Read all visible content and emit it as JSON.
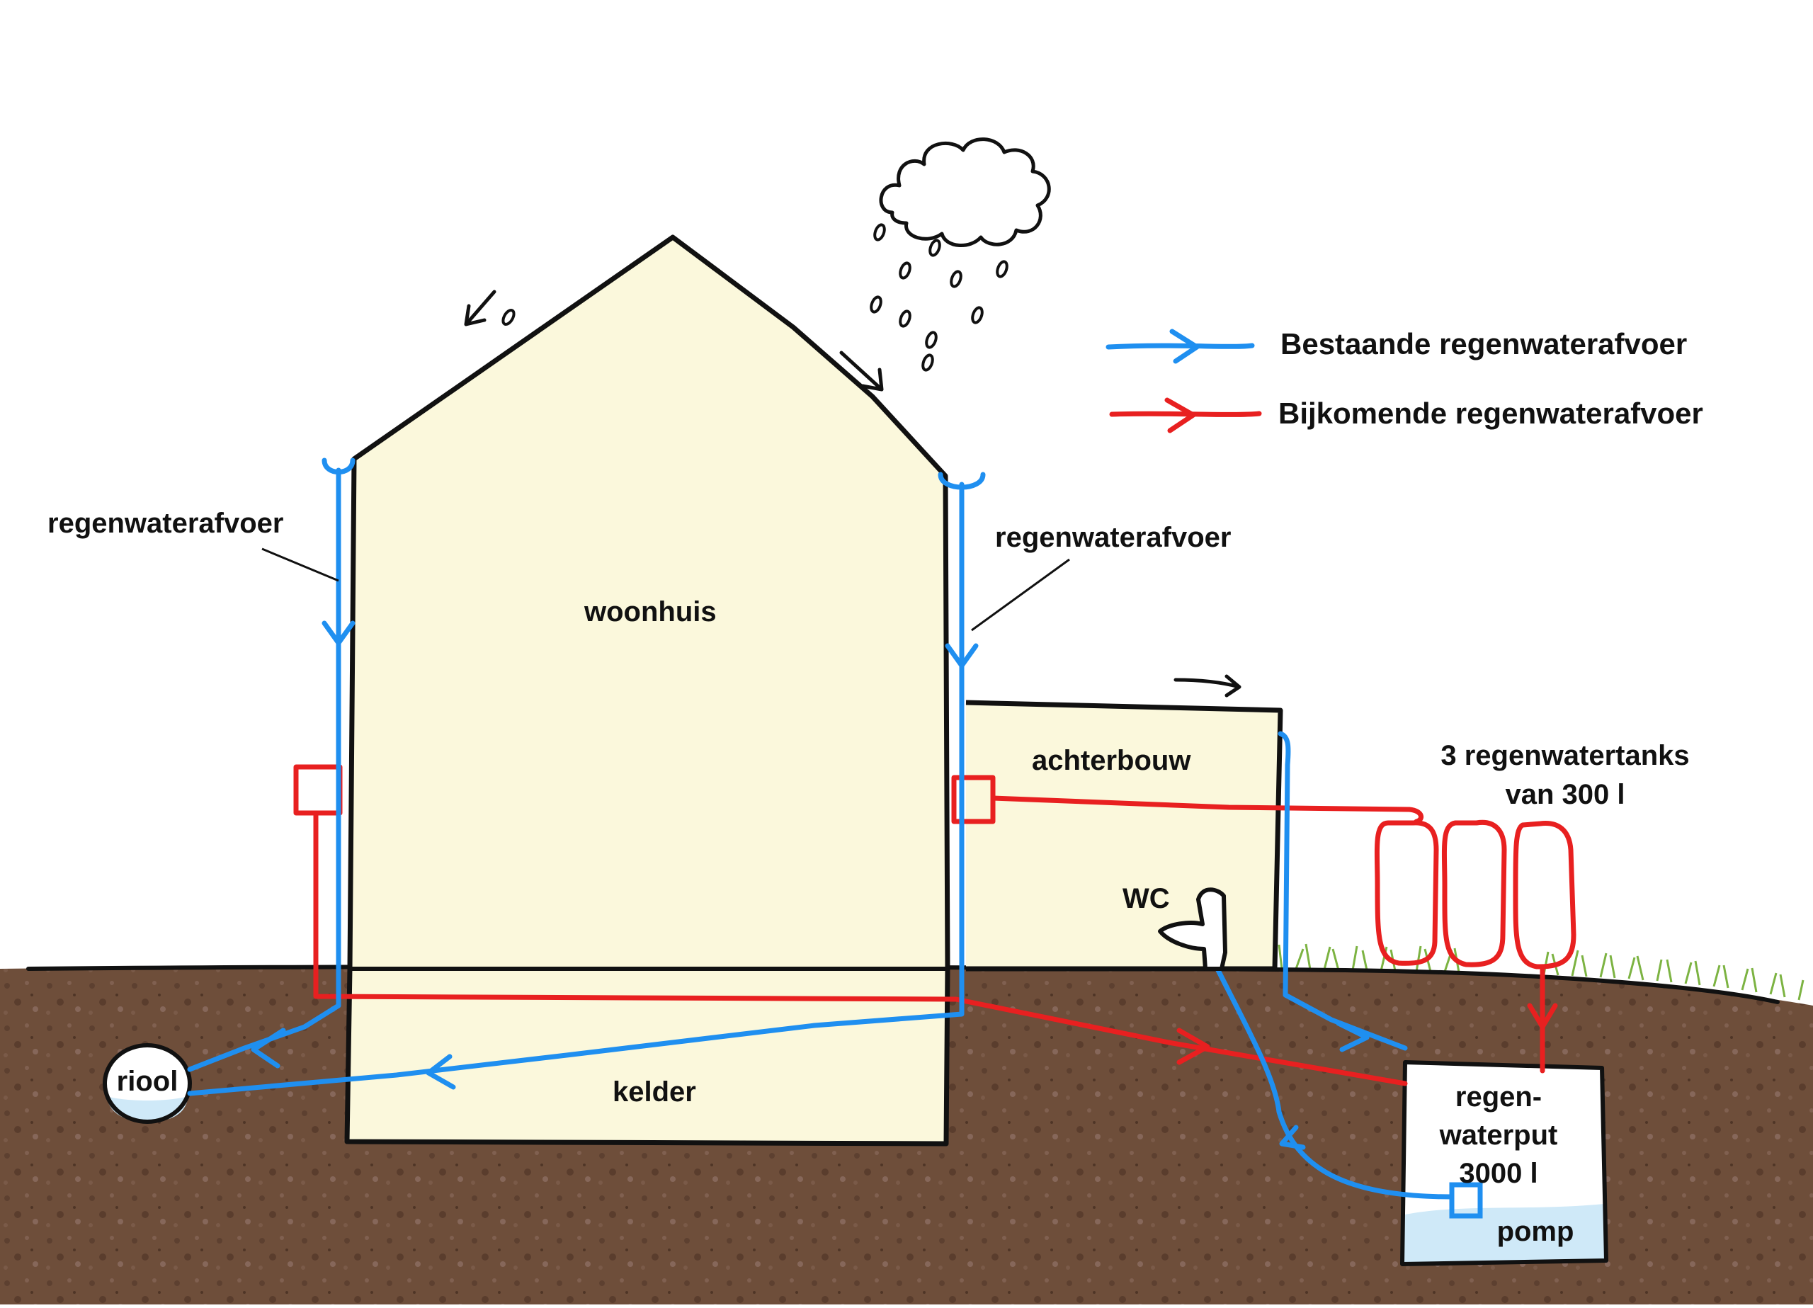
{
  "legend": {
    "existing_label": "Bestaande regenwaterafvoer",
    "new_label": "Bijkomende regenwaterafvoer"
  },
  "labels": {
    "left_drain": "regenwaterafvoer",
    "right_drain": "regenwaterafvoer",
    "house": "woonhuis",
    "annex": "achterbouw",
    "tanks_line1": "3 regenwatertanks",
    "tanks_line2": "van 300 l",
    "toilet": "WC",
    "cellar": "kelder",
    "sewer": "riool",
    "well_line1": "regen-",
    "well_line2": "waterput",
    "well_line3": "3000 l",
    "pump": "pomp"
  },
  "colors": {
    "existing_pipe": "#1f8ff0",
    "new_pipe": "#e82020",
    "building_fill": "#fbf8dc",
    "soil": "#6e4e3a",
    "water": "#cfe9f8",
    "grass": "#7cb342",
    "outline": "#111111"
  },
  "icons": [
    "cloud-icon",
    "rain-icon",
    "toilet-icon",
    "pump-icon",
    "arrow-icon"
  ]
}
